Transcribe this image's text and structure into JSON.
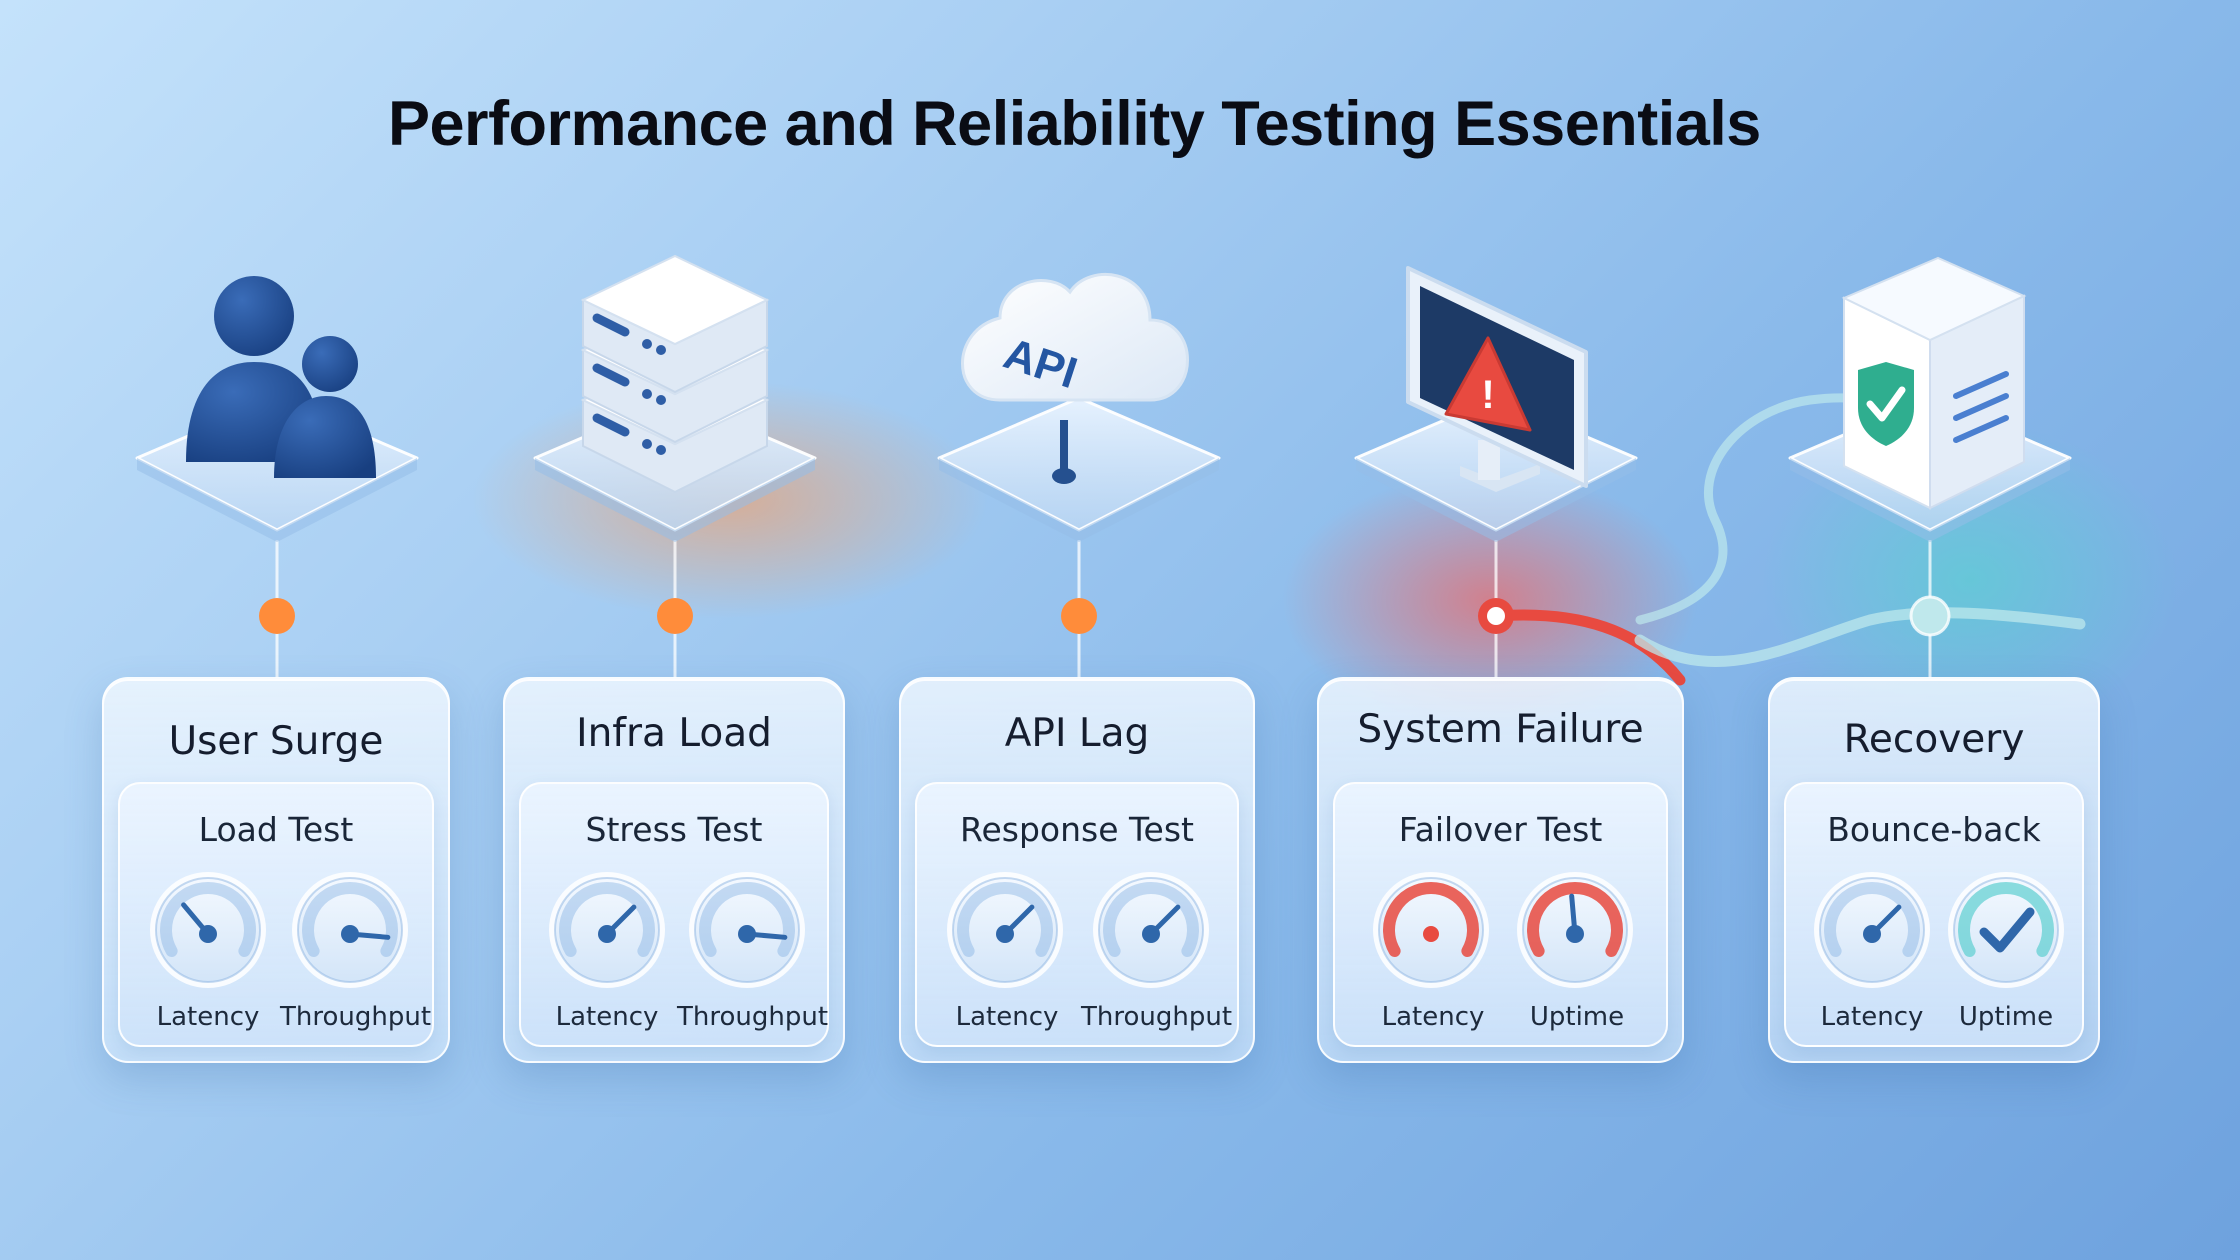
{
  "title": "Performance and Reliability Testing Essentials",
  "stages": [
    {
      "title": "User Surge",
      "test": "Load Test",
      "icon": "users-icon",
      "gauges": [
        {
          "label": "Latency",
          "reading": "low"
        },
        {
          "label": "Throughput",
          "reading": "high"
        }
      ]
    },
    {
      "title": "Infra Load",
      "test": "Stress Test",
      "icon": "server-stack-icon",
      "gauges": [
        {
          "label": "Latency",
          "reading": "medium"
        },
        {
          "label": "Throughput",
          "reading": "high"
        }
      ]
    },
    {
      "title": "API Lag",
      "test": "Response Test",
      "icon": "api-cloud-icon",
      "icon_text": "API",
      "gauges": [
        {
          "label": "Latency",
          "reading": "medium"
        },
        {
          "label": "Throughput",
          "reading": "medium"
        }
      ]
    },
    {
      "title": "System Failure",
      "test": "Failover Test",
      "icon": "alert-monitor-icon",
      "icon_text": "!",
      "gauges": [
        {
          "label": "Latency",
          "reading": "critical"
        },
        {
          "label": "Uptime",
          "reading": "critical"
        }
      ]
    },
    {
      "title": "Recovery",
      "test": "Bounce-back",
      "icon": "shield-server-icon",
      "gauges": [
        {
          "label": "Latency",
          "reading": "medium"
        },
        {
          "label": "Uptime",
          "reading": "ok"
        }
      ]
    }
  ],
  "colors": {
    "timeline_orange": "#ff8c3a",
    "failure_red": "#e84a40",
    "recovery_teal": "#5ccfd0",
    "icon_navy": "#1f4d93",
    "gauge_needle": "#2f67aa"
  }
}
